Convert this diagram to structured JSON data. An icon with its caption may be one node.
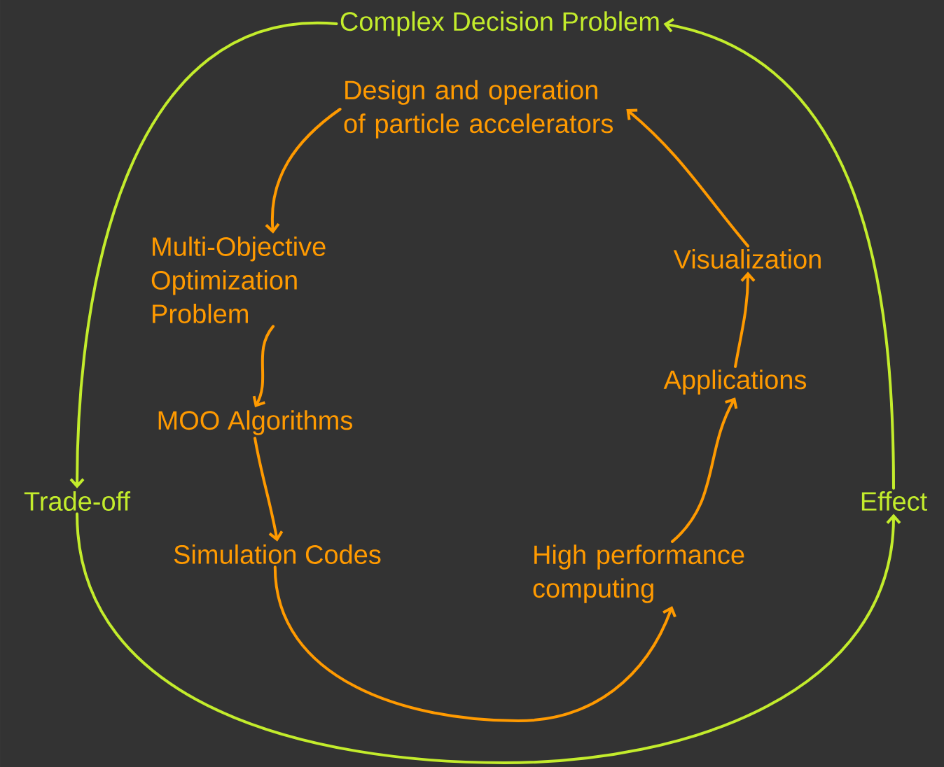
{
  "diagram": {
    "nodes": [
      {
        "text": [
          "Complex Decision Problem"
        ]
      },
      {
        "text": [
          "Design and operation of particle accelerators"
        ]
      },
      {
        "text": [
          "Multi-Objective Optimization Problem"
        ]
      },
      {
        "text": [
          "MOO Algorithms"
        ]
      },
      {
        "text": [
          "Simulation Codes"
        ]
      },
      {
        "text": [
          "High performance computing"
        ]
      },
      {
        "text": [
          "Applications"
        ]
      },
      {
        "text": [
          "Visualization"
        ]
      },
      {
        "text": [
          "Trade-off"
        ]
      },
      {
        "text": [
          "Effect"
        ]
      }
    ],
    "edges": [
      {
        "from": 1,
        "to": 2,
        "arrow": "to"
      },
      {
        "from": 2,
        "to": 3,
        "arrow": "to"
      },
      {
        "from": 3,
        "to": 4,
        "arrow": "to"
      },
      {
        "from": 4,
        "to": 5,
        "arrow": "to"
      },
      {
        "from": 5,
        "to": 6,
        "arrow": "to"
      },
      {
        "from": 6,
        "to": 7,
        "arrow": "to"
      },
      {
        "from": 7,
        "to": 1,
        "arrow": "to"
      },
      {
        "from": 0,
        "to": 8,
        "arrow": "to",
        "color": "#c3ec2c"
      },
      {
        "from": 8,
        "to": 9,
        "arrow": "to",
        "color": "#c3ec2c"
      },
      {
        "from": 9,
        "to": 0,
        "arrow": "to",
        "color": "#c3ec2c"
      }
    ]
  }
}
